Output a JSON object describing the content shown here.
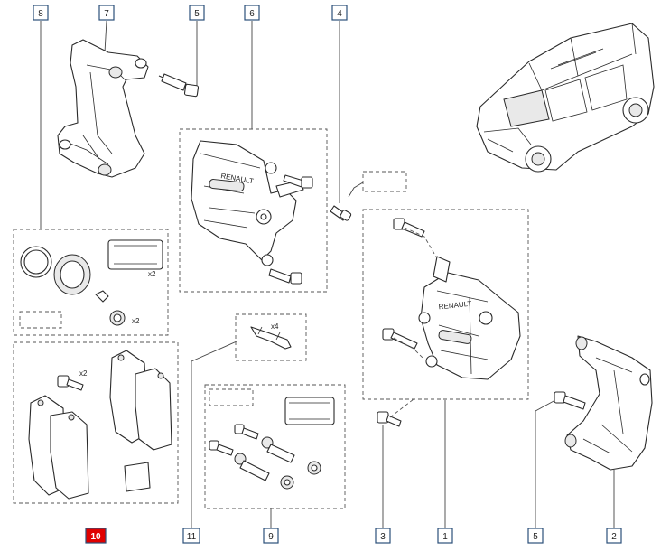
{
  "callouts": [
    {
      "id": "c8",
      "label": "8",
      "selected": false
    },
    {
      "id": "c7",
      "label": "7",
      "selected": false
    },
    {
      "id": "c5a",
      "label": "5",
      "selected": false
    },
    {
      "id": "c6",
      "label": "6",
      "selected": false
    },
    {
      "id": "c4",
      "label": "4",
      "selected": false
    },
    {
      "id": "c10",
      "label": "10",
      "selected": true
    },
    {
      "id": "c11",
      "label": "11",
      "selected": false
    },
    {
      "id": "c9",
      "label": "9",
      "selected": false
    },
    {
      "id": "c3",
      "label": "3",
      "selected": false
    },
    {
      "id": "c1",
      "label": "1",
      "selected": false
    },
    {
      "id": "c5b",
      "label": "5",
      "selected": false
    },
    {
      "id": "c2",
      "label": "2",
      "selected": false
    }
  ],
  "quantities": {
    "seal_kit_pad": "x2",
    "seal_kit_boot": "x2",
    "pads_bolt": "x2",
    "spring_clip": "x4"
  },
  "brand_text": "RENAULT",
  "colors": {
    "stroke": "#2a2a2a",
    "callout_border": "#2b4f7a",
    "callout_text": "#1c1c1c",
    "selected_fill": "#e00000",
    "selected_text": "#ffffff",
    "dashed": "#555555"
  }
}
